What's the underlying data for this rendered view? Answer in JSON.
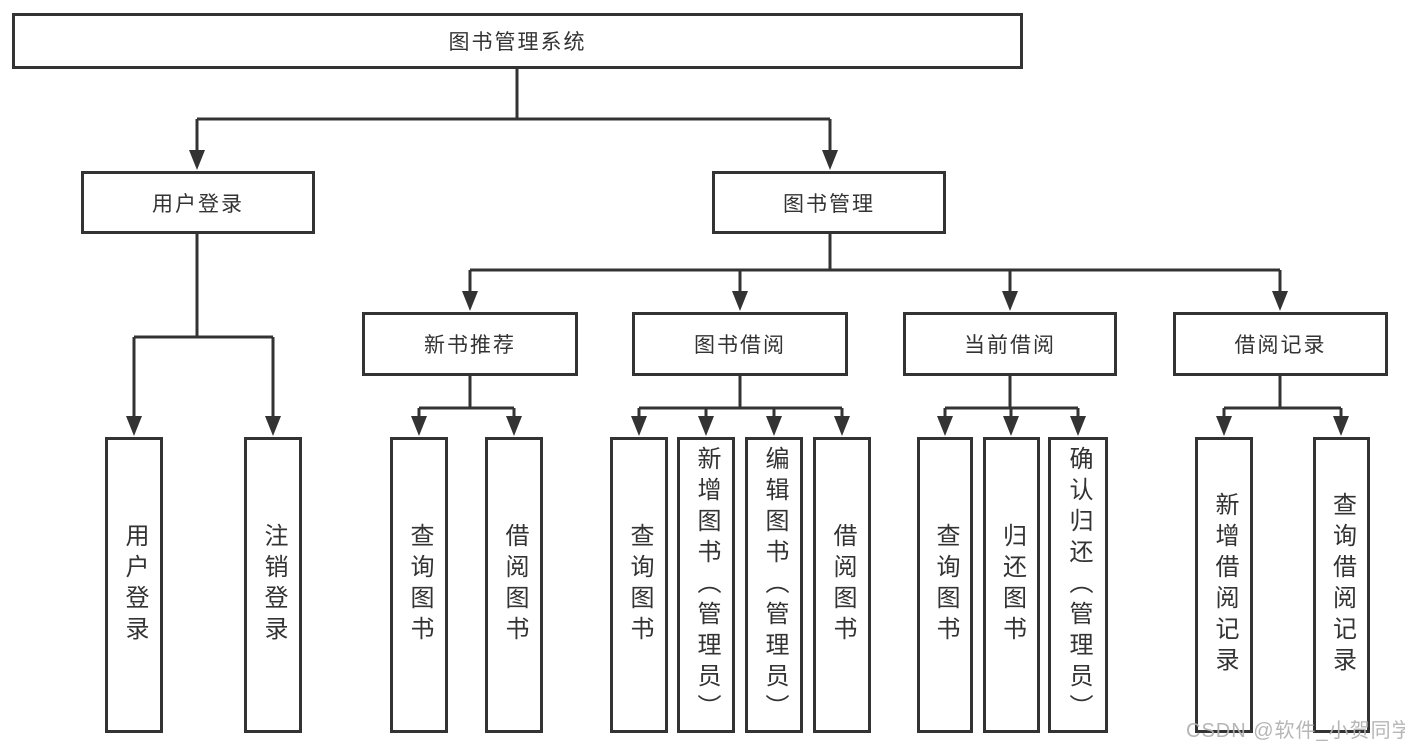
{
  "diagram": {
    "type": "hierarchy-tree",
    "colors": {
      "line": "#333333",
      "box_border": "#333333",
      "box_fill": "#ffffff",
      "text": "#333333",
      "background": "#ffffff",
      "watermark": "#b2b2b2"
    },
    "watermark": "CSDN @软件_小贺同学",
    "nodes": {
      "root": {
        "label": "图书管理系统"
      },
      "user_login": {
        "label": "用户登录"
      },
      "book_management": {
        "label": "图书管理"
      },
      "new_book_recommend": {
        "label": "新书推荐"
      },
      "book_borrow": {
        "label": "图书借阅"
      },
      "current_borrow": {
        "label": "当前借阅"
      },
      "borrow_records": {
        "label": "借阅记录"
      },
      "leaf_user_login": {
        "label": "用户登录",
        "parent": "用户登录"
      },
      "leaf_logout": {
        "label": "注销登录",
        "parent": "用户登录"
      },
      "leaf_query_books_1": {
        "label": "查询图书",
        "parent": "新书推荐"
      },
      "leaf_borrow_books_1": {
        "label": "借阅图书",
        "parent": "新书推荐"
      },
      "leaf_query_books_2": {
        "label": "查询图书",
        "parent": "图书借阅"
      },
      "leaf_add_book_admin": {
        "label": "新增图书（管理员）",
        "parent": "图书借阅"
      },
      "leaf_edit_book_admin": {
        "label": "编辑图书（管理员）",
        "parent": "图书借阅"
      },
      "leaf_borrow_books_2": {
        "label": "借阅图书",
        "parent": "图书借阅"
      },
      "leaf_query_books_3": {
        "label": "查询图书",
        "parent": "当前借阅"
      },
      "leaf_return_book": {
        "label": "归还图书",
        "parent": "当前借阅"
      },
      "leaf_confirm_return_admin": {
        "label": "确认归还（管理员）",
        "parent": "当前借阅"
      },
      "leaf_add_borrow_record": {
        "label": "新增借阅记录",
        "parent": "借阅记录"
      },
      "leaf_query_borrow_record": {
        "label": "查询借阅记录",
        "parent": "借阅记录"
      }
    }
  }
}
